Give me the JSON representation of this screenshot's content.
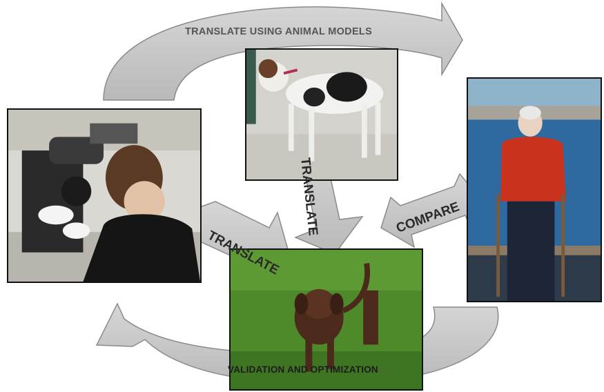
{
  "diagram": {
    "labels": {
      "top": "TRANSLATE USING ANIMAL MODELS",
      "vertical": "TRANSLATE",
      "left": "TRANSLATE",
      "compare": "COMPARE",
      "bottom": "VALIDATION AND OPTIMIZATION"
    },
    "photos": [
      {
        "subject": "researcher-at-microscope"
      },
      {
        "subject": "beagle-dog-on-clinic-floor"
      },
      {
        "subject": "man-standing-by-harbor-with-canes"
      },
      {
        "subject": "brown-dog-on-grass"
      }
    ],
    "colors": {
      "arrow_fill": "#c8c8c8",
      "arrow_stroke": "#8a8a8a",
      "photo_border": "#111111"
    }
  }
}
